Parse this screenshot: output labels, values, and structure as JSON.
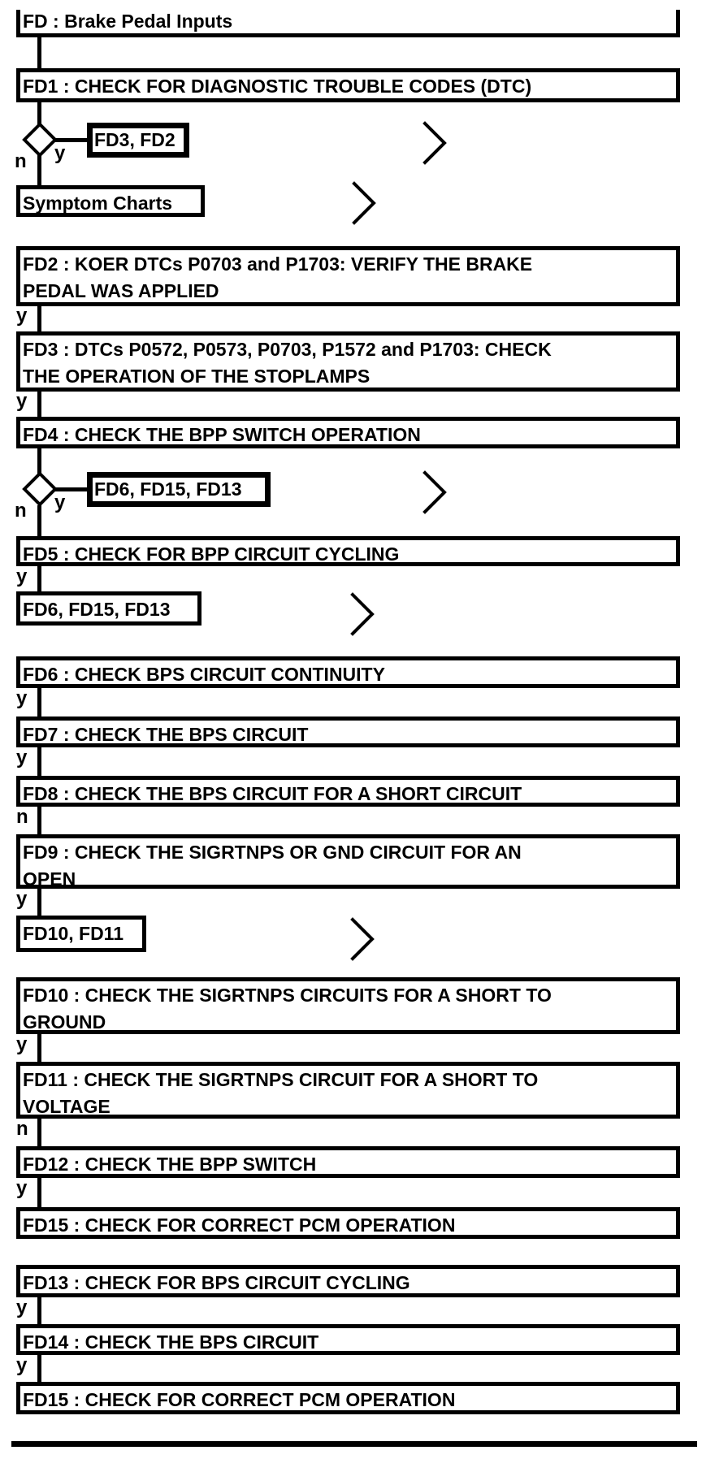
{
  "colors": {
    "ink": "#000000",
    "paper": "#ffffff"
  },
  "header": {
    "title": "FD : Brake Pedal Inputs"
  },
  "branch_labels": {
    "yes": "y",
    "no": "n"
  },
  "steps": {
    "fd1": "FD1 : CHECK FOR DIAGNOSTIC TROUBLE CODES (DTC)",
    "fd2": "FD2 : KOER DTCs P0703 and P1703: VERIFY THE BRAKE\nPEDAL WAS APPLIED",
    "fd3": "FD3 : DTCs P0572, P0573, P0703, P1572 and P1703: CHECK\nTHE OPERATION OF THE STOPLAMPS",
    "fd4": "FD4 : CHECK THE BPP SWITCH OPERATION",
    "fd5": "FD5 : CHECK FOR BPP CIRCUIT CYCLING",
    "fd6": "FD6 : CHECK BPS CIRCUIT CONTINUITY",
    "fd7": "FD7 : CHECK THE BPS CIRCUIT",
    "fd8": "FD8 : CHECK THE BPS CIRCUIT FOR A SHORT CIRCUIT",
    "fd9": "FD9 : CHECK THE SIGRTNPS OR GND CIRCUIT FOR AN\nOPEN",
    "fd10": "FD10 : CHECK THE SIGRTNPS CIRCUITS FOR A SHORT TO\nGROUND",
    "fd11": "FD11 : CHECK THE SIGRTNPS CIRCUIT FOR A SHORT TO\nVOLTAGE",
    "fd12": "FD12 : CHECK THE BPP SWITCH",
    "fd13": "FD13 : CHECK FOR BPS CIRCUIT CYCLING",
    "fd14": "FD14 : CHECK THE BPS CIRCUIT",
    "fd15_after_fd12": "FD15 : CHECK FOR CORRECT PCM OPERATION",
    "fd15_after_fd14": "FD15 : CHECK FOR CORRECT PCM OPERATION"
  },
  "links": {
    "fd1_yes": "FD3, FD2",
    "fd1_no": "Symptom Charts",
    "fd4_yes": "FD6, FD15, FD13",
    "fd5_yes": "FD6, FD15, FD13",
    "fd9_yes": "FD10, FD11"
  }
}
